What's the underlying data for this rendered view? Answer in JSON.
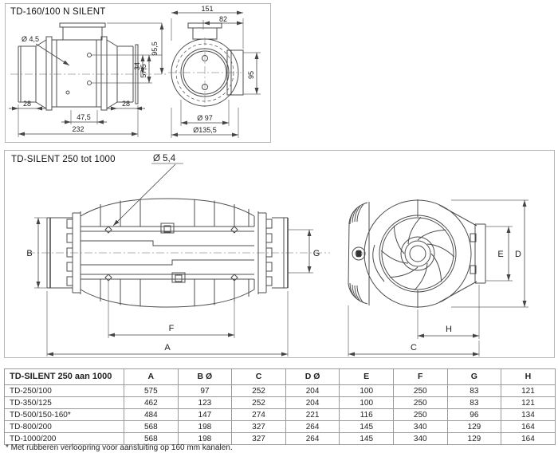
{
  "top_section": {
    "title": "TD-160/100 N SILENT",
    "dims": {
      "hole_dia": "Ø 4,5",
      "left_offset": "28",
      "right_offset": "28",
      "foot_span": "47,5",
      "total_length": "232",
      "height": "95,5",
      "offset_upper": "34",
      "offset_lower": "57,5",
      "front_width": "151",
      "front_offset": "82",
      "side_height": "95",
      "duct_dia": "Ø 97",
      "body_dia": "Ø135,5"
    }
  },
  "middle_section": {
    "title": "TD-SILENT 250 tot 1000",
    "dims": {
      "hole_dia": "Ø 5,4",
      "a": "A",
      "b": "B",
      "c": "C",
      "d": "D",
      "e": "E",
      "f": "F",
      "g": "G",
      "h": "H"
    }
  },
  "table": {
    "header": [
      "TD-SILENT 250 aan 1000",
      "A",
      "B Ø",
      "C",
      "D Ø",
      "E",
      "F",
      "G",
      "H"
    ],
    "rows": [
      [
        "TD-250/100",
        "575",
        "97",
        "252",
        "204",
        "100",
        "250",
        "83",
        "121"
      ],
      [
        "TD-350/125",
        "462",
        "123",
        "252",
        "204",
        "100",
        "250",
        "83",
        "121"
      ],
      [
        "TD-500/150-160*",
        "484",
        "147",
        "274",
        "221",
        "116",
        "250",
        "96",
        "134"
      ],
      [
        "TD-800/200",
        "568",
        "198",
        "327",
        "264",
        "145",
        "340",
        "129",
        "164"
      ],
      [
        "TD-1000/200",
        "568",
        "198",
        "327",
        "264",
        "145",
        "340",
        "129",
        "164"
      ]
    ],
    "footnote": "* Met rubberen verloopring voor aansluiting op 160 mm kanalen."
  }
}
